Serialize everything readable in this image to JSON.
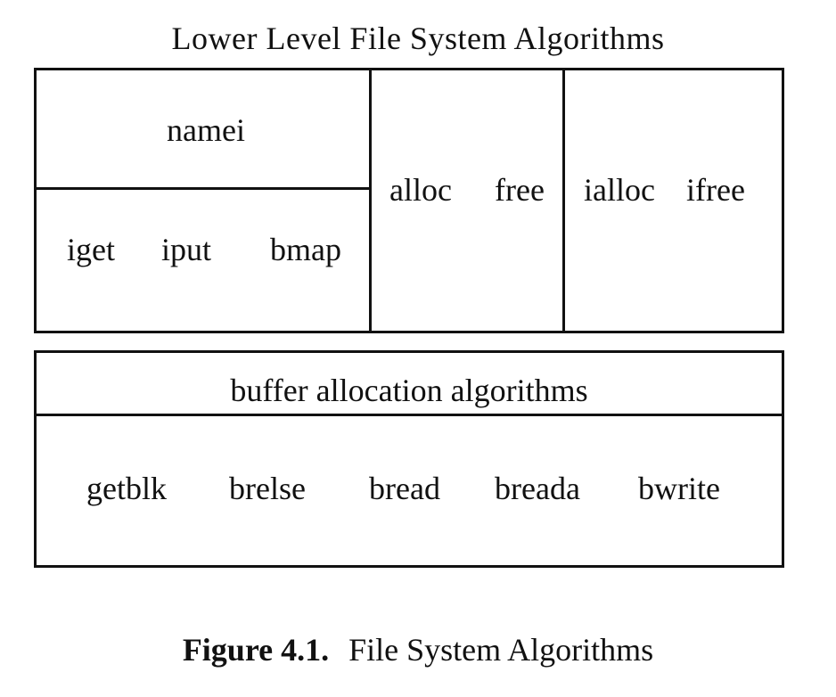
{
  "title": "Lower Level File System Algorithms",
  "upper": {
    "namei": "namei",
    "inode_ops": [
      "iget",
      "iput",
      "bmap"
    ],
    "block_ops": [
      "alloc",
      "free"
    ],
    "inode_alloc_ops": [
      "ialloc",
      "ifree"
    ]
  },
  "buffer": {
    "heading": "buffer allocation algorithms",
    "ops": [
      "getblk",
      "brelse",
      "bread",
      "breada",
      "bwrite"
    ]
  },
  "caption": {
    "figure_label": "Figure 4.1.",
    "text": "File System Algorithms"
  }
}
